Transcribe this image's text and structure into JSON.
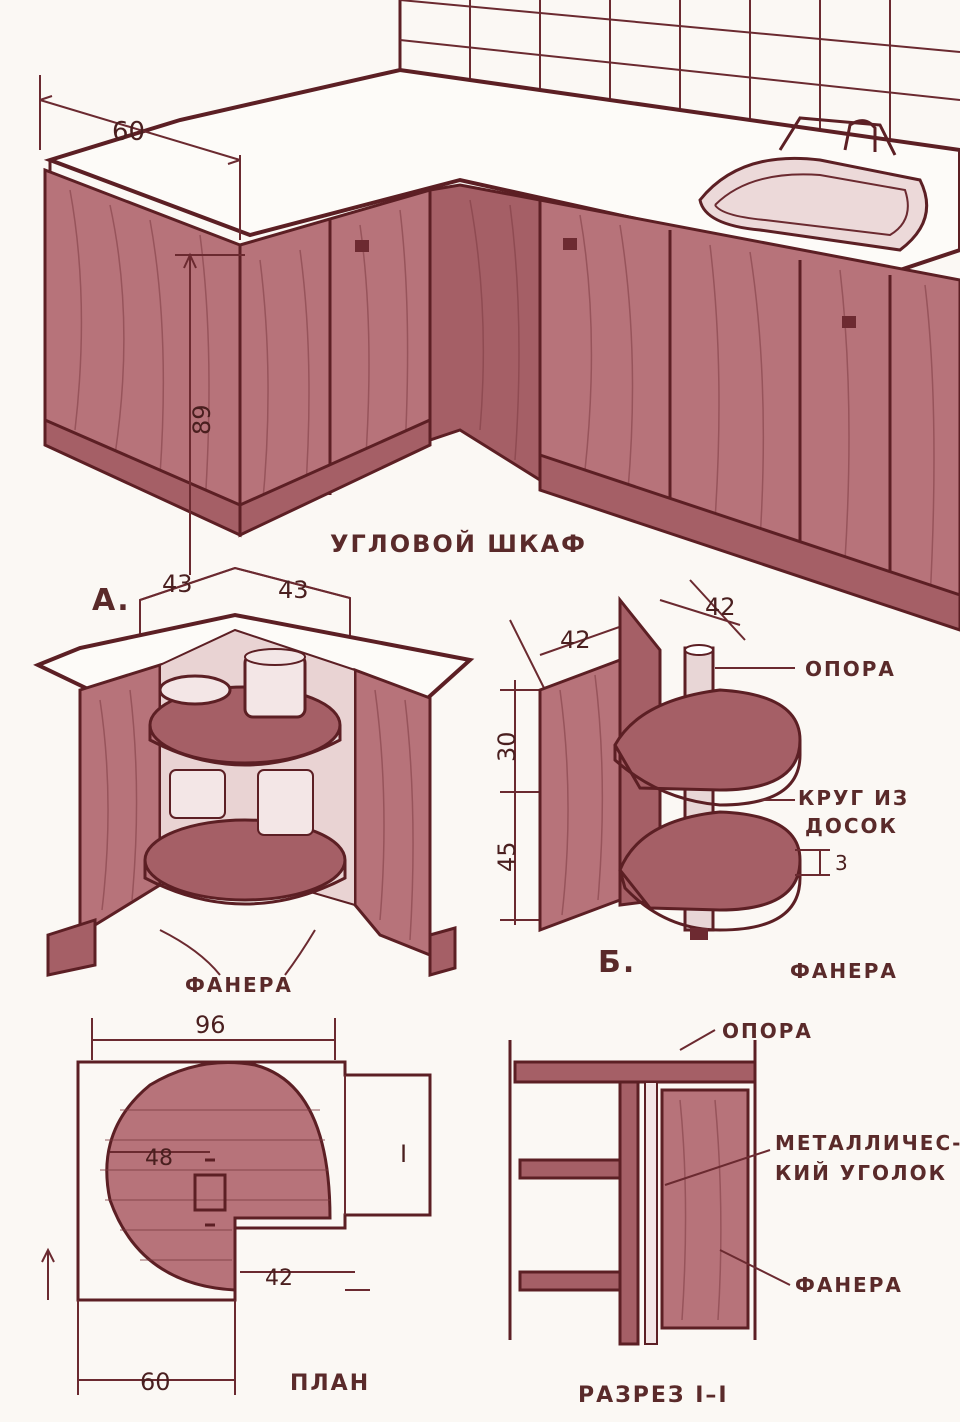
{
  "colors": {
    "wood": "#b7737a",
    "wood_dark": "#6d2a31",
    "ink": "#5c1f24",
    "paper": "#fbf8f4"
  },
  "labels": {
    "title_corner": "УГЛОВОЙ ШКАФ",
    "view_a": "А.",
    "view_b": "Б.",
    "support_b": "ОПОРА",
    "circle_boards_1": "КРУГ ИЗ",
    "circle_boards_2": "ДОСОК",
    "plywood_a": "ФАНЕРА",
    "plywood_b": "ФАНЕРА",
    "plan": "ПЛАН",
    "section": "РАЗРЕЗ I–I",
    "support_section": "ОПОРА",
    "metal_corner_1": "МЕТАЛЛИЧЕС-",
    "metal_corner_2": "КИЙ УГОЛОК",
    "plywood_section": "ФАНЕРА"
  },
  "dimensions": {
    "top_depth": "60",
    "height": "89",
    "a_left": "43",
    "a_right": "43",
    "b_left": "42",
    "b_right": "42",
    "b_upper": "30",
    "b_lower": "45",
    "b_gap": "3",
    "plan_width": "96",
    "plan_radius": "48",
    "plan_inner": "42",
    "plan_bottom": "60",
    "plan_side": "I"
  }
}
